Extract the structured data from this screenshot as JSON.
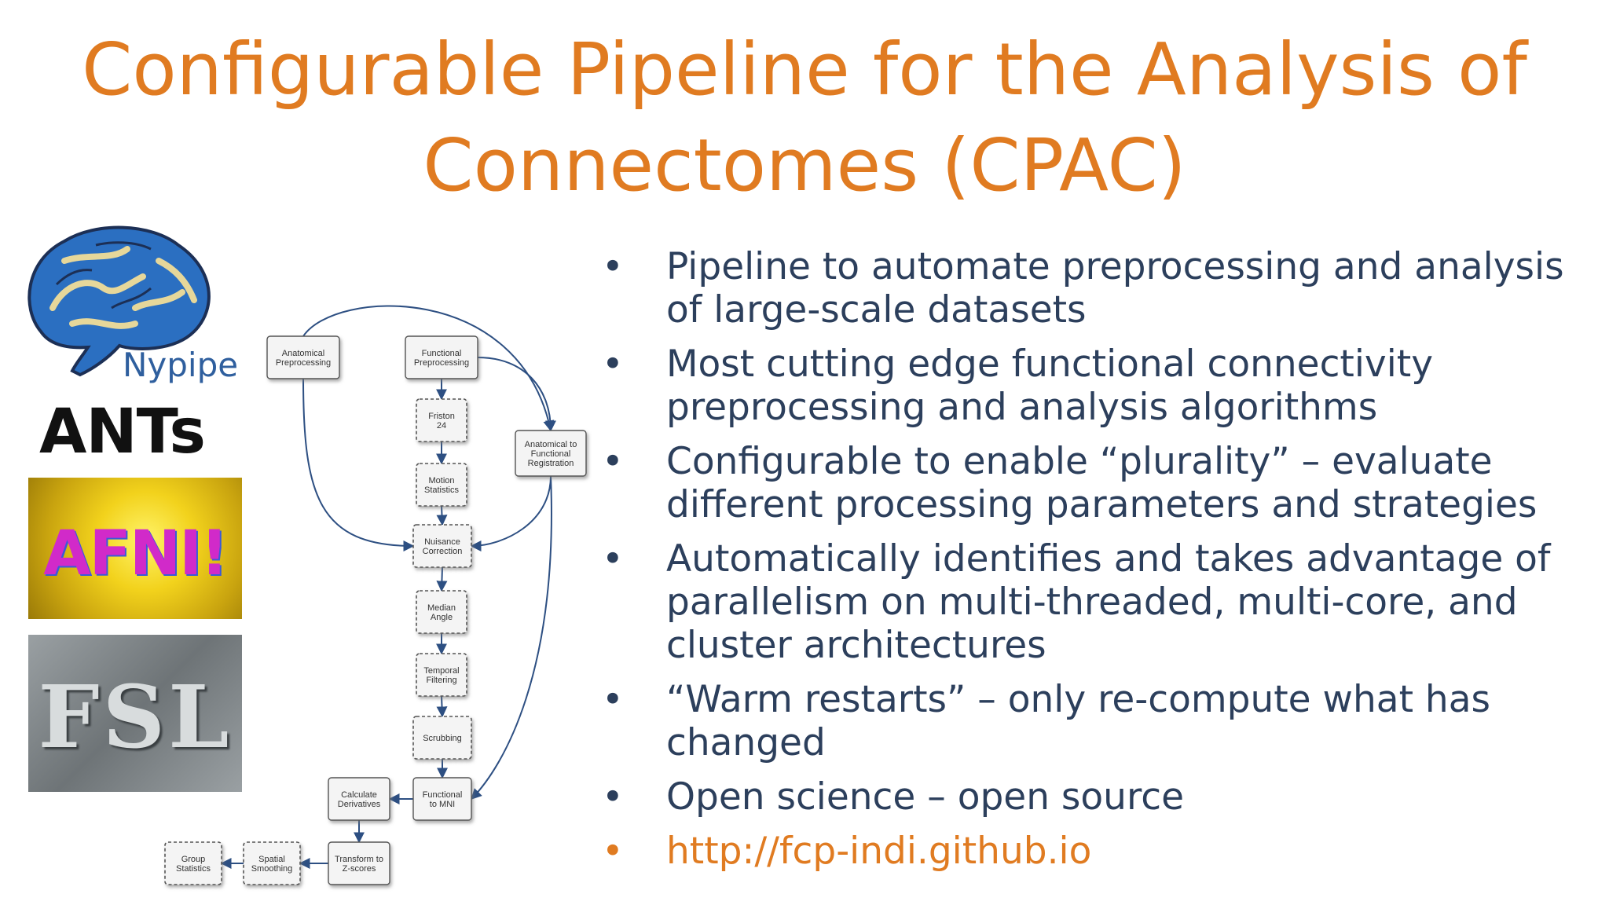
{
  "title": {
    "line1": "Configurable Pipeline for the Analysis of",
    "line2": "Connectomes (CPAC)"
  },
  "bullets": [
    {
      "lines": [
        "Pipeline to automate preprocessing and analysis",
        "of large-scale datasets"
      ]
    },
    {
      "lines": [
        "Most cutting edge functional connectivity",
        "preprocessing and analysis algorithms"
      ]
    },
    {
      "lines": [
        "Configurable to enable “plurality” – evaluate",
        "different processing parameters and strategies"
      ]
    },
    {
      "lines": [
        "Automatically identifies and takes advantage of",
        "parallelism on multi-threaded, multi-core, and",
        "cluster architectures"
      ]
    },
    {
      "lines": [
        "“Warm restarts” – only re-compute what has",
        "changed"
      ]
    },
    {
      "lines": [
        "Open science – open source"
      ]
    }
  ],
  "link": "http://fcp-indi.github.io",
  "bullet_char": "•",
  "logos": {
    "nypipe": "Nypipe",
    "ants": "ANTs",
    "afni": "AFNI!",
    "fsl": "FSL"
  },
  "colors": {
    "title": "#e07b21",
    "text": "#2c3f5c",
    "link": "#e07b21",
    "nypipe": "#2f5f9e"
  },
  "flowchart": {
    "nodes": [
      {
        "id": "anat",
        "lines": [
          "Anatomical",
          "Preprocessing"
        ],
        "dashed": false
      },
      {
        "id": "func",
        "lines": [
          "Functional",
          "Preprocessing"
        ],
        "dashed": false
      },
      {
        "id": "friston",
        "lines": [
          "Friston",
          "24"
        ],
        "dashed": true
      },
      {
        "id": "motion",
        "lines": [
          "Motion",
          "Statistics"
        ],
        "dashed": true
      },
      {
        "id": "anat2func",
        "lines": [
          "Anatomical to",
          "Functional",
          "Registration"
        ],
        "dashed": false
      },
      {
        "id": "nuisance",
        "lines": [
          "Nuisance",
          "Correction"
        ],
        "dashed": true
      },
      {
        "id": "median",
        "lines": [
          "Median",
          "Angle"
        ],
        "dashed": true
      },
      {
        "id": "temporal",
        "lines": [
          "Temporal",
          "Filtering"
        ],
        "dashed": true
      },
      {
        "id": "scrubbing",
        "lines": [
          "Scrubbing"
        ],
        "dashed": true
      },
      {
        "id": "func2mni",
        "lines": [
          "Functional",
          "to MNI"
        ],
        "dashed": false
      },
      {
        "id": "derivs",
        "lines": [
          "Calculate",
          "Derivatives"
        ],
        "dashed": false
      },
      {
        "id": "zscores",
        "lines": [
          "Transform to",
          "Z-scores"
        ],
        "dashed": false
      },
      {
        "id": "smoothing",
        "lines": [
          "Spatial",
          "Smoothing"
        ],
        "dashed": true
      },
      {
        "id": "group",
        "lines": [
          "Group",
          "Statistics"
        ],
        "dashed": true
      }
    ]
  }
}
